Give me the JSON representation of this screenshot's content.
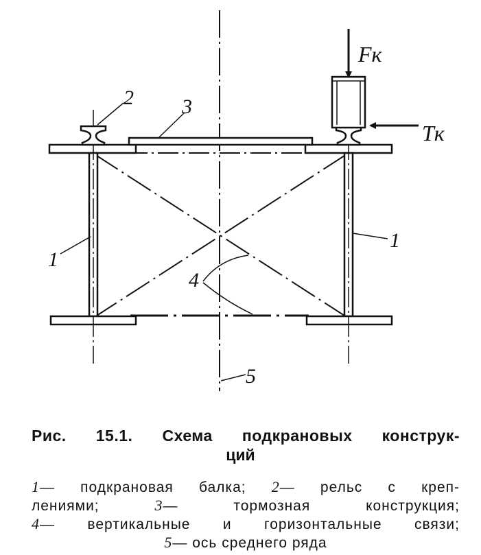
{
  "figure": {
    "labels": {
      "beam_left": "1",
      "beam_right": "1",
      "rail": "2",
      "brake": "3",
      "bracing": "4",
      "axis": "5",
      "force_vertical": "Fк",
      "force_horizontal": "Tк"
    }
  },
  "caption": {
    "title_line1": "Рис. 15.1. Схема подкрановых конструк-",
    "title_line2": "ций",
    "legend": [
      {
        "num": "1",
        "text": "— подкрановая балка; "
      },
      {
        "num": "2",
        "text": "— рельс с креп-"
      },
      {
        "text": "лениями; "
      },
      {
        "num": "3",
        "text": "— тормозная конструкция;"
      },
      {
        "num": "4",
        "text": "— вертикальные и горизонтальные связи;"
      },
      {
        "num": "5",
        "text": "— ось среднего ряда"
      }
    ]
  }
}
